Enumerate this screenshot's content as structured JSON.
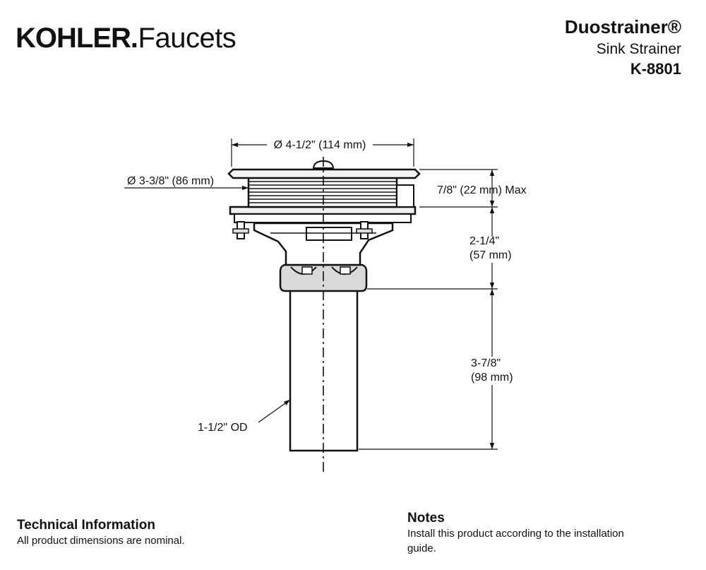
{
  "brand": {
    "main": "KOHLER",
    "dot": ".",
    "sub": "Faucets"
  },
  "product": {
    "name": "Duostrainer®",
    "type": "Sink Strainer",
    "model": "K-8801"
  },
  "dimensions": {
    "flange_diameter": "Ø 4-1/2\" (114 mm)",
    "body_diameter": "Ø 3-3/8\" (86 mm)",
    "deck_thickness": "7/8\" (22 mm) Max",
    "body_height_in": "2-1/4\"",
    "body_height_mm": "(57 mm)",
    "tailpiece_length_in": "3-7/8\"",
    "tailpiece_length_mm": "(98 mm)",
    "tailpiece_od": "1-1/2\" OD"
  },
  "technical_information": {
    "heading": "Technical Information",
    "text": "All product dimensions are nominal."
  },
  "notes": {
    "heading": "Notes",
    "line1": "Install this product according to the installation",
    "line2": "guide."
  }
}
